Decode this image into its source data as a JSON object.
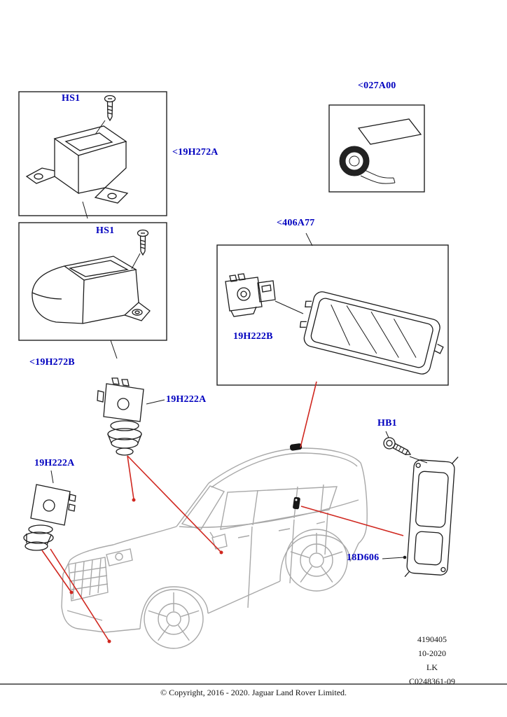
{
  "labels": {
    "hs1_top": "HS1",
    "bracket_upper": "<19H272A",
    "hs1_mid": "HS1",
    "bracket_lower": "<19H272B",
    "tape_kit": "<027A00",
    "roof_camera_kit": "<406A77",
    "camera_19h222b": "19H222B",
    "camera_19h222a_windshield": "19H222A",
    "camera_19h222a_front": "19H222A",
    "bolt_hb1": "HB1",
    "module_18d606": "18D606"
  },
  "doc_info": {
    "number": "4190405",
    "date": "10-2020",
    "code": "LK",
    "reference": "C0248361-09"
  },
  "footer": {
    "copyright": "© Copyright, 2016 - 2020. Jaguar Land Rover Limited."
  },
  "colors": {
    "label_blue": "#0000bf",
    "callout_red": "#d02820",
    "line_black": "#1c1c1c",
    "vehicle_gray": "#a8a8a8"
  }
}
